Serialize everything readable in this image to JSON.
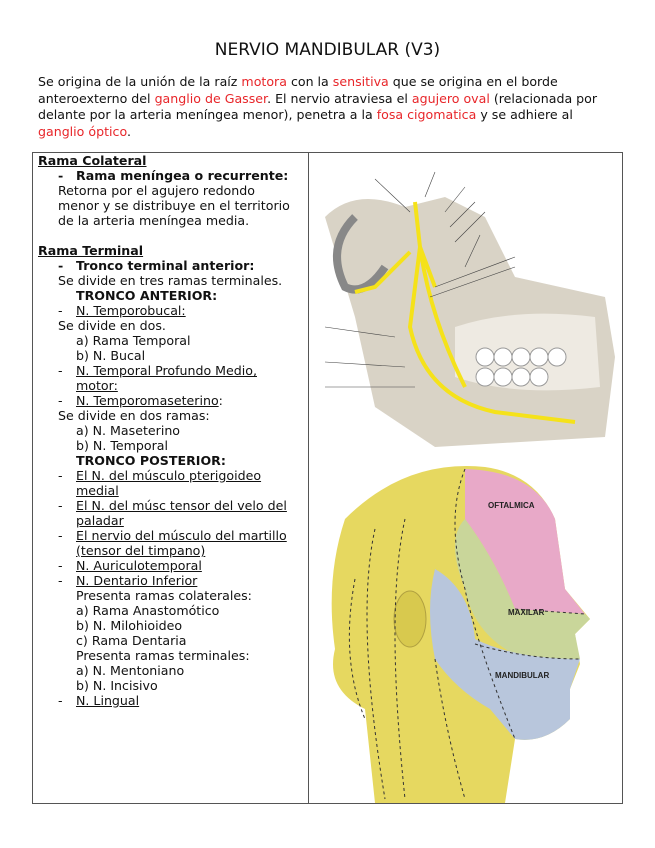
{
  "title": "NERVIO MANDIBULAR (V3)",
  "intro": [
    {
      "t": "Se origina de la unión de la raíz ",
      "red": false
    },
    {
      "t": "motora",
      "red": true
    },
    {
      "t": " con la ",
      "red": false
    },
    {
      "t": "sensitiva",
      "red": true
    },
    {
      "t": " que se origina en el borde anteroexterno del ",
      "red": false
    },
    {
      "t": "ganglio de Gasser",
      "red": true
    },
    {
      "t": ". El nervio atraviesa el ",
      "red": false
    },
    {
      "t": "agujero oval",
      "red": true
    },
    {
      "t": " (relacionada por delante por la arteria meníngea menor), penetra a la ",
      "red": false
    },
    {
      "t": "fosa cigomatica",
      "red": true
    },
    {
      "t": " y se adhiere al ",
      "red": false
    },
    {
      "t": "ganglio óptico",
      "red": true
    },
    {
      "t": ".",
      "red": false
    }
  ],
  "left": {
    "rama_colateral": "Rama Colateral",
    "rama_meningea": "Rama meníngea o recurrente:",
    "meningea_desc": [
      "Retorna por el agujero redondo",
      "menor y se distribuye en el territorio",
      "de la arteria meníngea media."
    ],
    "rama_terminal": "Rama Terminal",
    "tronco_terminal": "Tronco terminal anterior:",
    "tres_ramas": "Se divide en tres ramas terminales.",
    "tronco_anterior": "TRONCO ANTERIOR:",
    "temporobucal": "N. Temporobucal:",
    "divide_dos": "Se divide en dos.",
    "rama_temporal": "a) Rama Temporal",
    "bucal": "b) N. Bucal",
    "temporal_profundo": [
      "N. Temporal Profundo Medio,",
      "motor:"
    ],
    "temporomaseterino": "N. Temporomaseterino",
    "divide_dos_ramas": "Se divide en dos ramas:",
    "maseterino": "a) N. Maseterino",
    "temporal": "b) N. Temporal",
    "tronco_posterior": "TRONCO POSTERIOR:",
    "pterigoideo": [
      "El N. del músculo pterigoideo",
      "medial"
    ],
    "tensor_velo": [
      "El N. del músc tensor del velo del",
      "paladar"
    ],
    "martillo": [
      "El nervio del músculo del martillo",
      "(tensor del timpano)"
    ],
    "auriculotemporal": "N. Auriculotemporal",
    "dentario": "N. Dentario Inferior",
    "colaterales": "Presenta ramas colaterales:",
    "anastomotico": "a) Rama Anastomótico",
    "milohioideo": "b) N. Milohioideo",
    "dentaria": "c) Rama Dentaria",
    "terminales": "Presenta ramas terminales:",
    "mentoniano": "a) N. Mentoniano",
    "incisivo": "b) N. Incisivo",
    "lingual": "N. Lingual"
  },
  "head_diagram": {
    "oftalmica": "OFTALMICA",
    "maxilar": "MAXILAR",
    "mandibular": "MANDIBULAR"
  },
  "colors": {
    "red_text": "#e8262a",
    "nerve_yellow": "#f5e21a",
    "head_yellow": "#e6d860",
    "ophthalmic_pink": "#e8a9c8",
    "maxillary_green": "#c9d69a",
    "mandibular_blue": "#b8c6dc"
  }
}
